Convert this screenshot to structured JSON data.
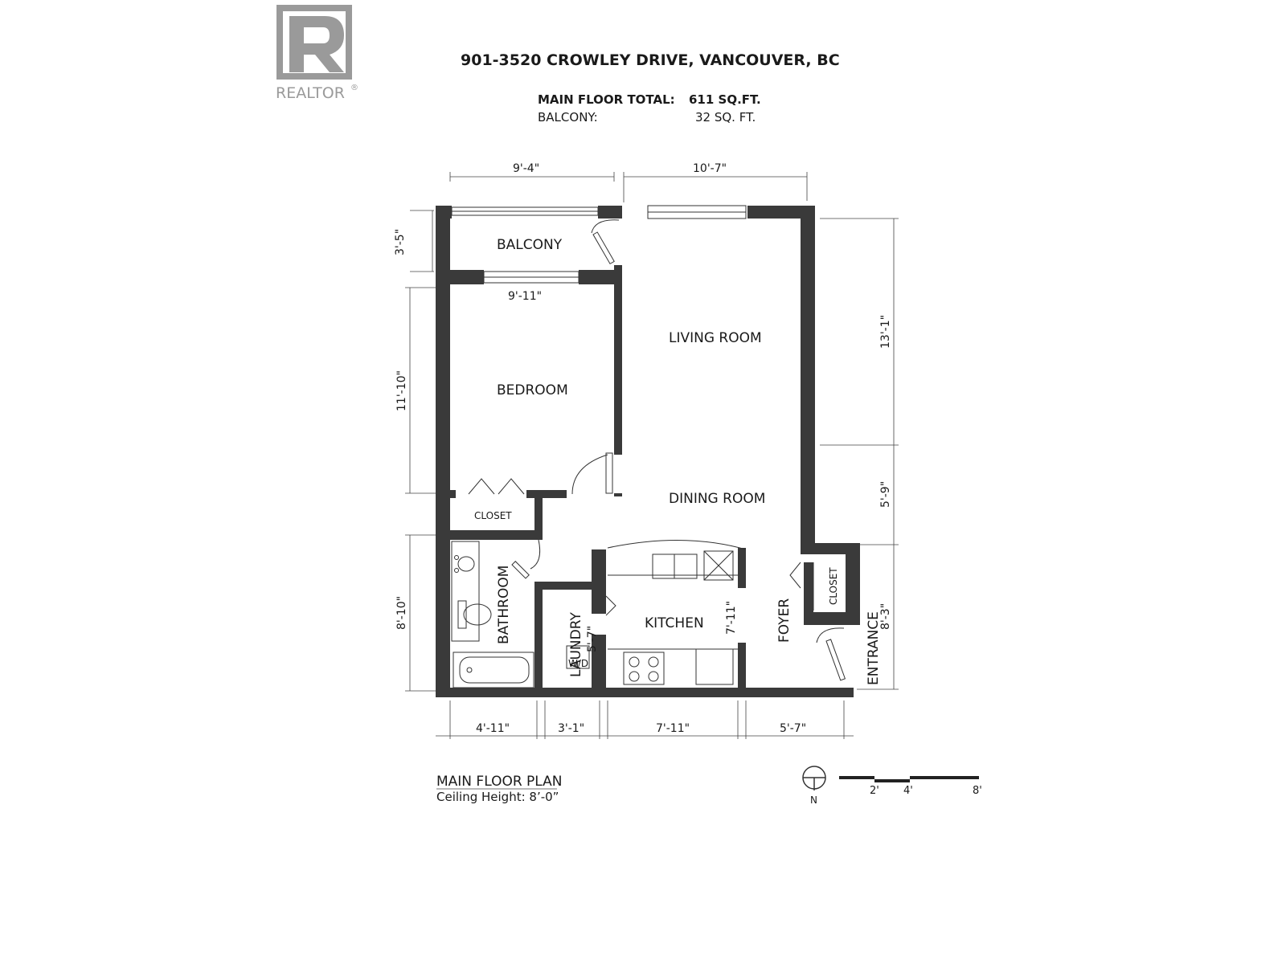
{
  "logo": {
    "text": "REALTOR",
    "mark": "®"
  },
  "header": {
    "address": "901-3520 CROWLEY DRIVE, VANCOUVER, BC",
    "main_total_label": "MAIN FLOOR TOTAL:",
    "main_total_value": "611 SQ.FT.",
    "balcony_label": "BALCONY:",
    "balcony_value": "32 SQ. FT."
  },
  "rooms": {
    "balcony": "BALCONY",
    "bedroom": "BEDROOM",
    "living": "LIVING ROOM",
    "dining": "DINING ROOM",
    "closet_bed": "CLOSET",
    "closet_entry": "CLOSET",
    "bathroom": "BATHROOM",
    "laundry": "LAUNDRY",
    "wd": "W/D",
    "kitchen": "KITCHEN",
    "foyer": "FOYER",
    "entrance": "ENTRANCE"
  },
  "dimensions": {
    "top_left": "9'-4\"",
    "top_right": "10'-7\"",
    "balcony_h": "3'-5\"",
    "bedroom_w": "9'-11\"",
    "bedroom_h": "11'-10\"",
    "living_h": "13'-1\"",
    "dining_h": "5'-9\"",
    "entrance_h": "8'-3\"",
    "bath_h": "8'-10\"",
    "laundry_h": "5'-7\"",
    "kitchen_h": "7'-11\"",
    "bottom_bath": "4'-11\"",
    "bottom_laundry": "3'-1\"",
    "bottom_kitchen": "7'-11\"",
    "bottom_foyer": "5'-7\""
  },
  "footer": {
    "plan_title": "MAIN FLOOR PLAN",
    "ceiling": "Ceiling Height: 8’-0”",
    "north": "N",
    "scale": [
      "2'",
      "4'",
      "8'"
    ]
  }
}
